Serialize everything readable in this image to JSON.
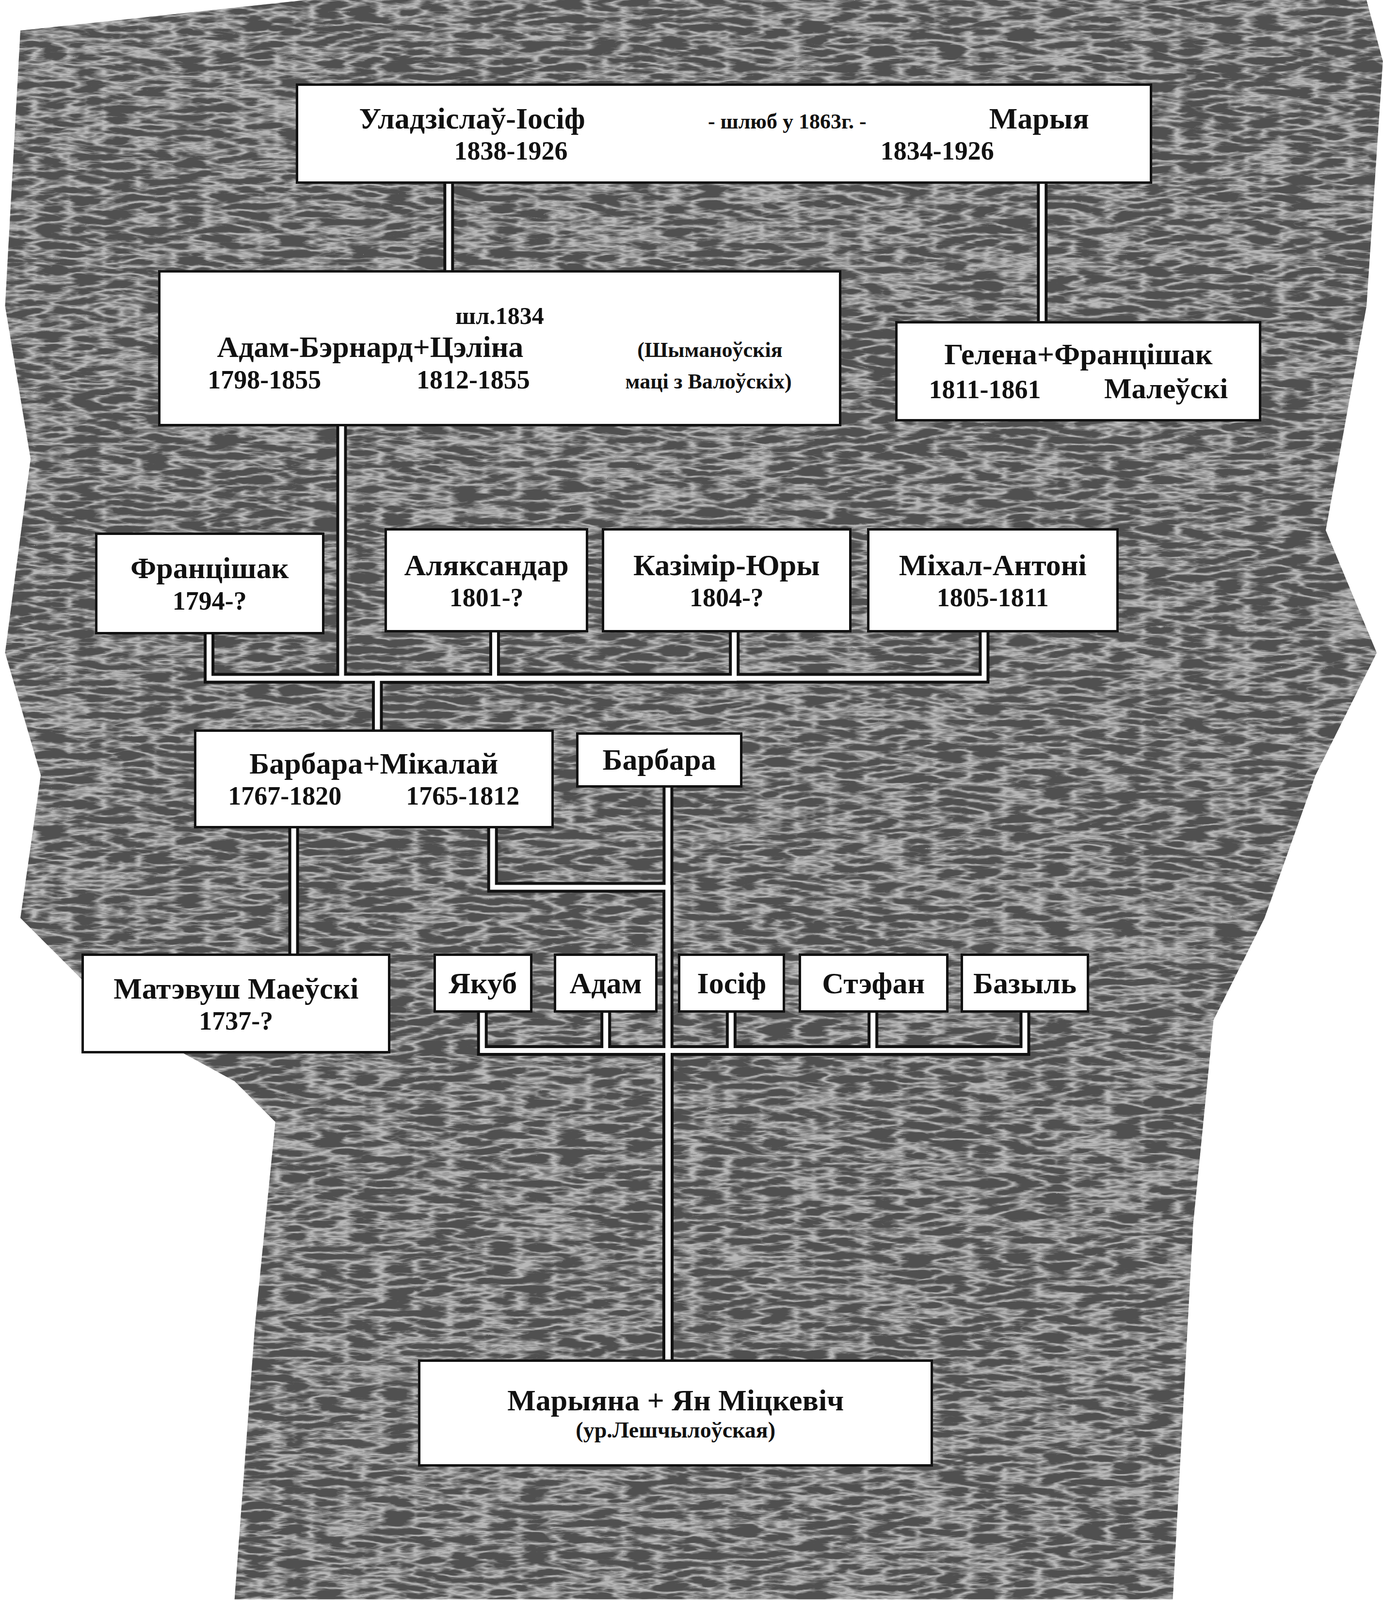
{
  "diagram": {
    "nodes": [
      {
        "text": [
          "Уладзіслаў-Іосіф",
          "- шлюб у 1863г. -",
          "Марыя",
          "1838-1926",
          "1834-1926"
        ]
      },
      {
        "text": [
          "шл.1834",
          "Адам-Бэрнард+Цэліна",
          "(Шыманоўскія",
          "1798-1855",
          "1812-1855",
          "маці з Валоўскіх)"
        ]
      },
      {
        "text": [
          "Гелена+Францішак",
          "1811-1861",
          "Малеўскі"
        ]
      },
      {
        "text": [
          "Францішак",
          "1794-?"
        ]
      },
      {
        "text": [
          "Аляксандар",
          "1801-?"
        ]
      },
      {
        "text": [
          "Казімір-Юры",
          "1804-?"
        ]
      },
      {
        "text": [
          "Міхал-Антоні",
          "1805-1811"
        ]
      },
      {
        "text": [
          "Барбара+Мікалай",
          "1767-1820",
          "1765-1812"
        ]
      },
      {
        "text": [
          "Барбара"
        ]
      },
      {
        "text": [
          "Матэвуш Маеўскі",
          "1737-?"
        ]
      },
      {
        "text": [
          "Якуб"
        ]
      },
      {
        "text": [
          "Адам"
        ]
      },
      {
        "text": [
          "Іосіф"
        ]
      },
      {
        "text": [
          "Стэфан"
        ]
      },
      {
        "text": [
          "Базыль"
        ]
      },
      {
        "text": [
          "Марыяна + Ян Міцкевіч",
          "(ур.Лешчылоўская)"
        ]
      }
    ],
    "edges": [
      {
        "from": 15,
        "to": 10,
        "arrow": "none"
      },
      {
        "from": 15,
        "to": 11,
        "arrow": "none"
      },
      {
        "from": 15,
        "to": 12,
        "arrow": "none"
      },
      {
        "from": 15,
        "to": 13,
        "arrow": "none"
      },
      {
        "from": 15,
        "to": 14,
        "arrow": "none"
      },
      {
        "from": 15,
        "to": 8,
        "arrow": "none"
      },
      {
        "from": 15,
        "to": 7,
        "arrow": "none"
      },
      {
        "from": 9,
        "to": 7,
        "arrow": "none"
      },
      {
        "from": 7,
        "to": 3,
        "arrow": "none"
      },
      {
        "from": 7,
        "to": 1,
        "arrow": "none"
      },
      {
        "from": 7,
        "to": 4,
        "arrow": "none"
      },
      {
        "from": 7,
        "to": 5,
        "arrow": "none"
      },
      {
        "from": 7,
        "to": 6,
        "arrow": "none"
      },
      {
        "from": 1,
        "to": 0,
        "arrow": "none"
      },
      {
        "from": 2,
        "to": 0,
        "arrow": "none"
      }
    ]
  }
}
